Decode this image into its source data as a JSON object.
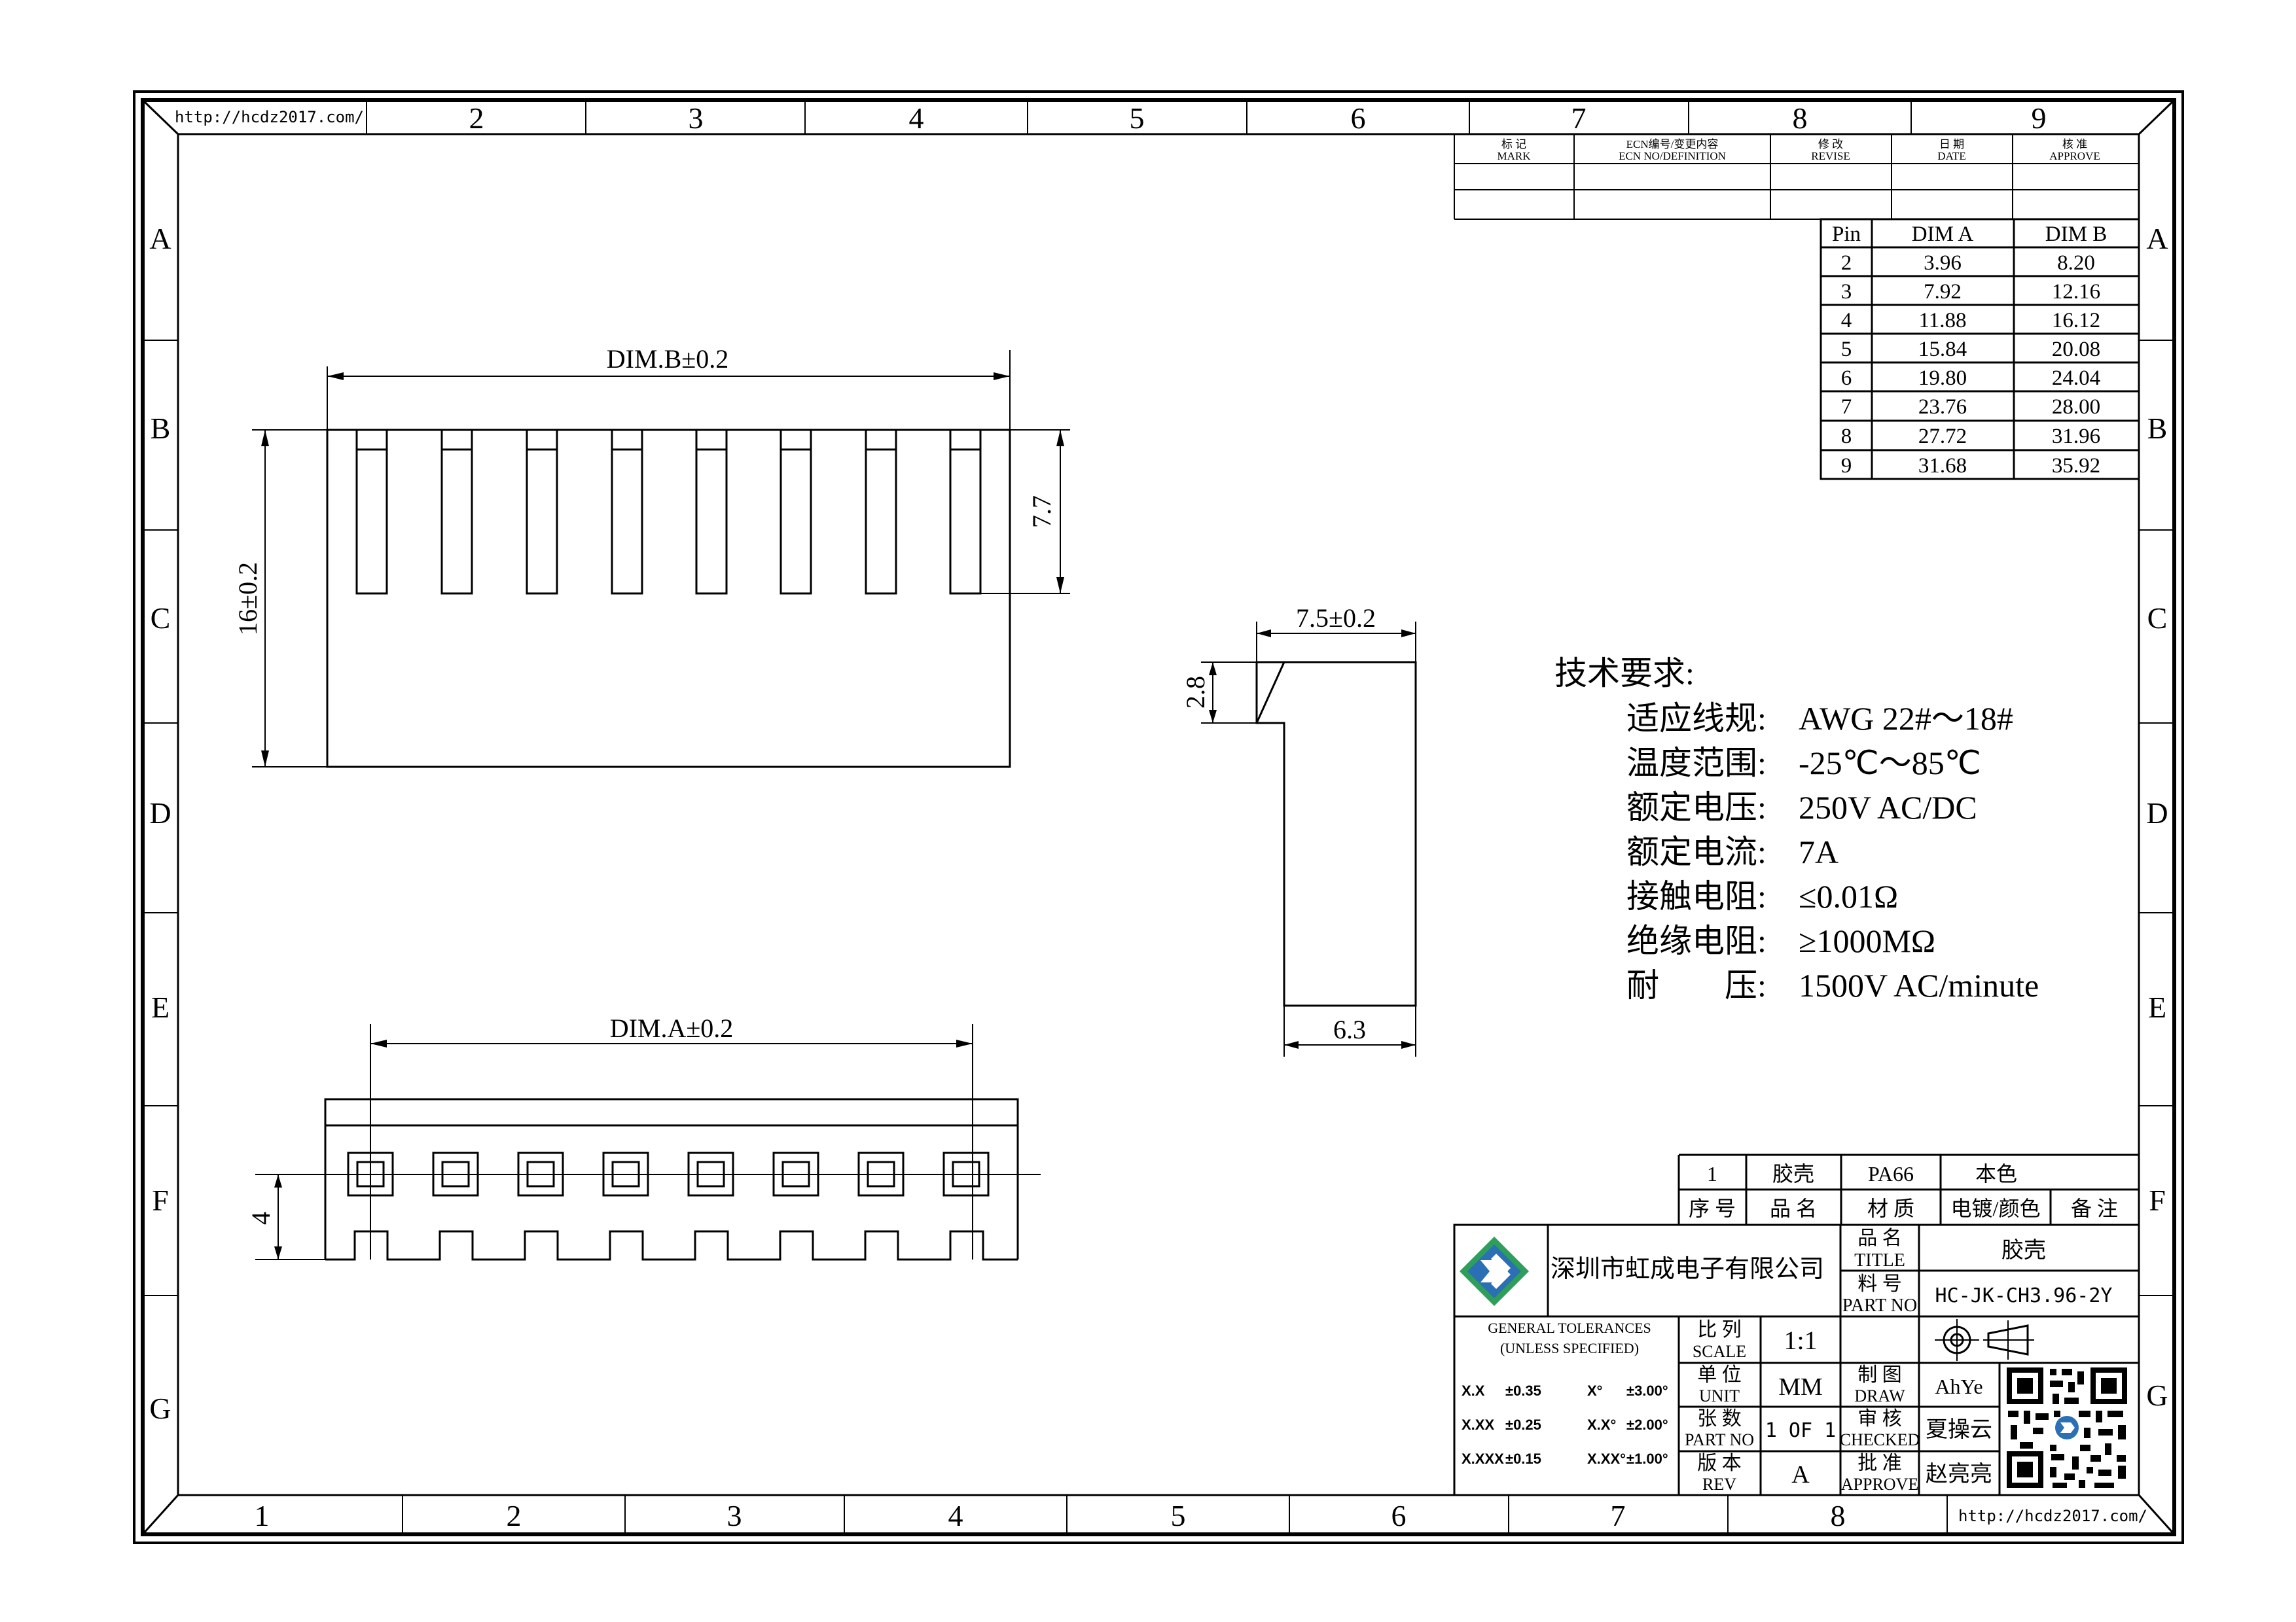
{
  "url_top": "http://hcdz2017.com/",
  "url_bottom": "http://hcdz2017.com/",
  "border": {
    "cols_top": [
      "2",
      "3",
      "4",
      "5",
      "6",
      "7",
      "8",
      "9"
    ],
    "cols_bottom": [
      "1",
      "2",
      "3",
      "4",
      "5",
      "6",
      "7",
      "8"
    ],
    "rows": [
      "A",
      "B",
      "C",
      "D",
      "E",
      "F",
      "G"
    ]
  },
  "revision_table": {
    "headers": [
      {
        "cn": "标 记",
        "en": "MARK"
      },
      {
        "cn": "ECN编号/变更内容",
        "en": "ECN NO/DEFINITION"
      },
      {
        "cn": "修 改",
        "en": "REVISE"
      },
      {
        "cn": "日 期",
        "en": "DATE"
      },
      {
        "cn": "核 准",
        "en": "APPROVE"
      }
    ]
  },
  "dim_table": {
    "headers": [
      "Pin",
      "DIM A",
      "DIM B"
    ],
    "rows": [
      [
        "2",
        "3.96",
        "8.20"
      ],
      [
        "3",
        "7.92",
        "12.16"
      ],
      [
        "4",
        "11.88",
        "16.12"
      ],
      [
        "5",
        "15.84",
        "20.08"
      ],
      [
        "6",
        "19.80",
        "24.04"
      ],
      [
        "7",
        "23.76",
        "28.00"
      ],
      [
        "8",
        "27.72",
        "31.96"
      ],
      [
        "9",
        "31.68",
        "35.92"
      ]
    ]
  },
  "dimensions": {
    "dim_b": "DIM.B±0.2",
    "height_16": "16±0.2",
    "slot_77": "7.7",
    "width_75": "7.5±0.2",
    "side_28": "2.8",
    "base_63": "6.3",
    "dim_a": "DIM.A±0.2",
    "height_4": "4"
  },
  "tech_req": {
    "title": "技术要求:",
    "items": [
      {
        "label": "适应线规:",
        "value": "AWG 22#～18#"
      },
      {
        "label": "温度范围:",
        "value": "-25℃～85℃"
      },
      {
        "label": "额定电压:",
        "value": "250V AC/DC"
      },
      {
        "label": "额定电流:",
        "value": "7A"
      },
      {
        "label": "接触电阻:",
        "value": "≤0.01Ω"
      },
      {
        "label": "绝缘电阻:",
        "value": "≥1000MΩ"
      },
      {
        "label": "耐　　压:",
        "value": "1500V AC/minute"
      }
    ]
  },
  "bom": {
    "row": {
      "no": "1",
      "name": "胶壳",
      "material": "PA66",
      "finish": "本色",
      "remark": ""
    },
    "headers": {
      "no": "序 号",
      "name": "品 名",
      "material": "材 质",
      "finish": "电镀/颜色",
      "remark": "备 注"
    }
  },
  "title_block": {
    "company": "深圳市虹成电子有限公司",
    "title_label_cn": "品 名",
    "title_label_en": "TITLE",
    "title_value": "胶壳",
    "partno_label_cn": "料 号",
    "partno_label_en": "PART NO",
    "partno_value": "HC-JK-CH3.96-2Y",
    "tol_title_1": "GENERAL TOLERANCES",
    "tol_title_2": "(UNLESS SPECIFIED)",
    "tolerances": [
      {
        "k1": "X.X",
        "v1": "±0.35",
        "k2": "X°",
        "v2": "±3.00°"
      },
      {
        "k1": "X.XX",
        "v1": "±0.25",
        "k2": "X.X°",
        "v2": "±2.00°"
      },
      {
        "k1": "X.XXX",
        "v1": "±0.15",
        "k2": "X.XX°",
        "v2": "±1.00°"
      }
    ],
    "scale_cn": "比 列",
    "scale_en": "SCALE",
    "scale_value": "1:1",
    "unit_cn": "单 位",
    "unit_en": "UNIT",
    "unit_value": "MM",
    "sheets_cn": "张 数",
    "sheets_en": "PART NO",
    "sheets_value": "1 OF 1",
    "rev_cn": "版 本",
    "rev_en": "REV",
    "rev_value": "A",
    "draw_cn": "制 图",
    "draw_en": "DRAW",
    "draw_value": "AhYe",
    "check_cn": "审 核",
    "check_en": "CHECKED",
    "check_value": "夏操云",
    "approve_cn": "批 准",
    "approve_en": "APPROVE",
    "approve_value": "赵亮亮"
  },
  "colors": {
    "line": "#000000",
    "logo_green": "#2e9e5b",
    "logo_blue": "#2b6fb5"
  },
  "icons": [
    "company-logo-icon",
    "projection-symbol-icon",
    "qr-code-icon"
  ]
}
